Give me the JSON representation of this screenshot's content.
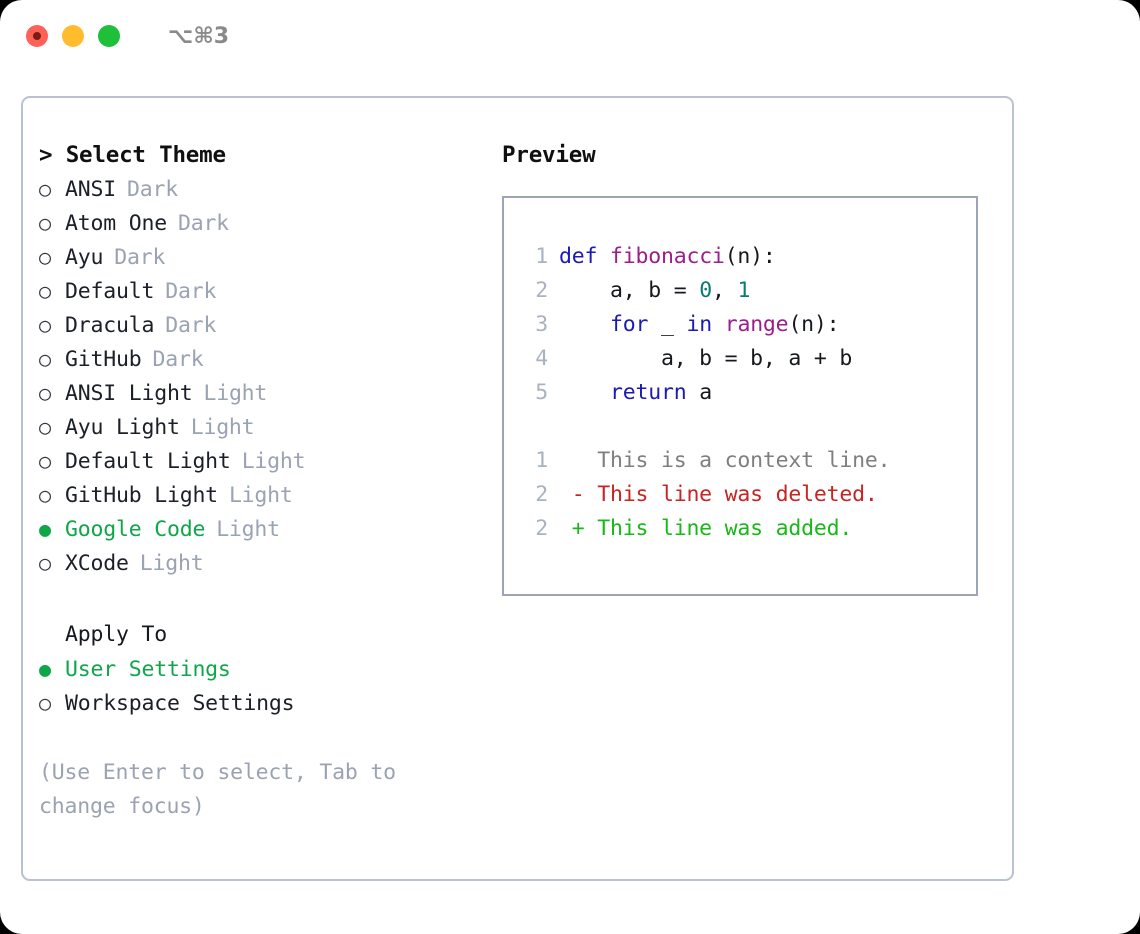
{
  "titlebar": {
    "shortcut": "⌥⌘3",
    "lights": [
      "close",
      "minimize",
      "maximize"
    ]
  },
  "left": {
    "header": "> Select Theme",
    "bullet_empty": "○",
    "bullet_filled": "●",
    "themes": [
      {
        "name": "ANSI",
        "tag": "Dark",
        "selected": false
      },
      {
        "name": "Atom One",
        "tag": "Dark",
        "selected": false
      },
      {
        "name": "Ayu",
        "tag": "Dark",
        "selected": false
      },
      {
        "name": "Default",
        "tag": "Dark",
        "selected": false
      },
      {
        "name": "Dracula",
        "tag": "Dark",
        "selected": false
      },
      {
        "name": "GitHub",
        "tag": "Dark",
        "selected": false
      },
      {
        "name": "ANSI Light",
        "tag": "Light",
        "selected": false
      },
      {
        "name": "Ayu Light",
        "tag": "Light",
        "selected": false
      },
      {
        "name": "Default Light",
        "tag": "Light",
        "selected": false
      },
      {
        "name": "GitHub Light",
        "tag": "Light",
        "selected": false
      },
      {
        "name": "Google Code",
        "tag": "Light",
        "selected": true
      },
      {
        "name": "XCode",
        "tag": "Light",
        "selected": false
      }
    ],
    "apply_to": {
      "header": "Apply To",
      "options": [
        {
          "label": "User Settings",
          "selected": true
        },
        {
          "label": "Workspace Settings",
          "selected": false
        }
      ]
    },
    "hint": "(Use Enter to select, Tab to change focus)"
  },
  "right": {
    "header": "Preview",
    "code_lines": [
      {
        "num": "1",
        "tokens": [
          {
            "t": "def ",
            "c": "kw"
          },
          {
            "t": "fibonacci",
            "c": "fn"
          },
          {
            "t": "(n):",
            "c": "pl"
          }
        ]
      },
      {
        "num": "2",
        "tokens": [
          {
            "t": "    a, b = ",
            "c": "pl"
          },
          {
            "t": "0",
            "c": "num"
          },
          {
            "t": ", ",
            "c": "pl"
          },
          {
            "t": "1",
            "c": "num"
          }
        ]
      },
      {
        "num": "3",
        "tokens": [
          {
            "t": "    ",
            "c": "pl"
          },
          {
            "t": "for",
            "c": "kw"
          },
          {
            "t": " _ ",
            "c": "pl"
          },
          {
            "t": "in",
            "c": "kw"
          },
          {
            "t": " ",
            "c": "pl"
          },
          {
            "t": "range",
            "c": "fn"
          },
          {
            "t": "(n):",
            "c": "pl"
          }
        ]
      },
      {
        "num": "4",
        "tokens": [
          {
            "t": "        a, b = b, a + b",
            "c": "pl"
          }
        ]
      },
      {
        "num": "5",
        "tokens": [
          {
            "t": "    ",
            "c": "pl"
          },
          {
            "t": "return",
            "c": "kw"
          },
          {
            "t": " a",
            "c": "pl"
          }
        ]
      }
    ],
    "diff_lines": [
      {
        "num": "1",
        "marker": " ",
        "text": "This is a context line.",
        "kind": "ctx"
      },
      {
        "num": "2",
        "marker": "-",
        "text": "This line was deleted.",
        "kind": "del"
      },
      {
        "num": "2",
        "marker": "+",
        "text": "This line was added.",
        "kind": "add"
      }
    ]
  },
  "colors": {
    "accent_green": "#0fa64a",
    "tag_gray": "#9aa3b2",
    "keyword_blue": "#1a1ab4",
    "function_magenta": "#9c1d8c",
    "number_teal": "#0b7a75",
    "diff_deleted_red": "#c72424",
    "diff_added_green": "#17b817",
    "diff_context_gray": "#7f7f7f",
    "gutter_gray": "#a8b2c1",
    "panel_border": "#b9c2d0",
    "preview_border": "#9aa6b8"
  }
}
